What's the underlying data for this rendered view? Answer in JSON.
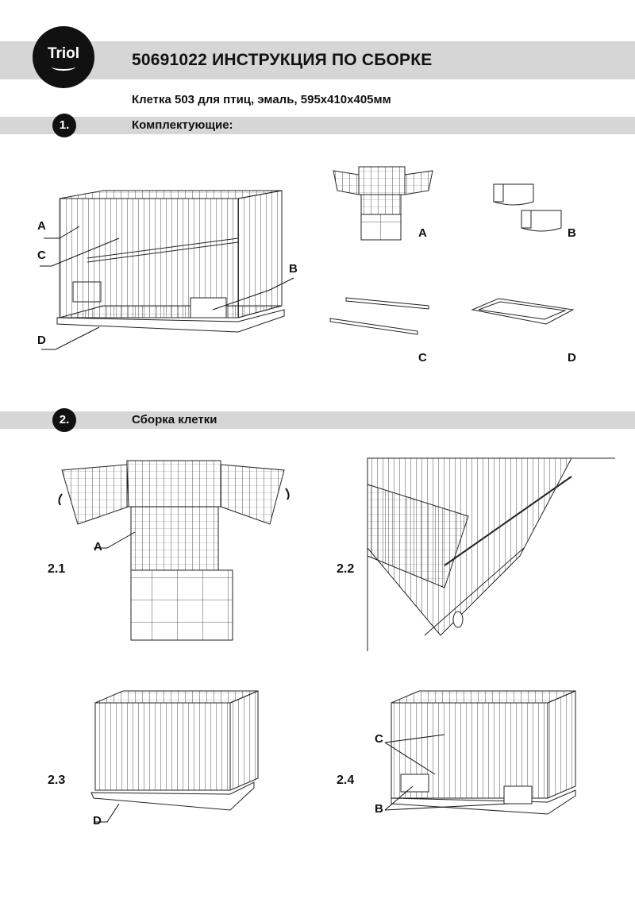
{
  "header": {
    "logo_text": "Triol",
    "title": "50691022 ИНСТРУКЦИЯ ПО СБОРКЕ",
    "subtitle": "Клетка 503 для птиц, эмаль, 595x410x405мм"
  },
  "sections": [
    {
      "number": "1.",
      "title": "Комплектующие:"
    },
    {
      "number": "2.",
      "title": "Сборка клетки"
    }
  ],
  "components": {
    "cage_labels": [
      "A",
      "C",
      "B",
      "D"
    ],
    "part_labels": [
      "A",
      "B",
      "C",
      "D"
    ]
  },
  "steps": [
    {
      "id": "2.1",
      "labels": [
        "A"
      ]
    },
    {
      "id": "2.2",
      "labels": []
    },
    {
      "id": "2.3",
      "labels": [
        "D"
      ]
    },
    {
      "id": "2.4",
      "labels": [
        "C",
        "B"
      ]
    }
  ]
}
